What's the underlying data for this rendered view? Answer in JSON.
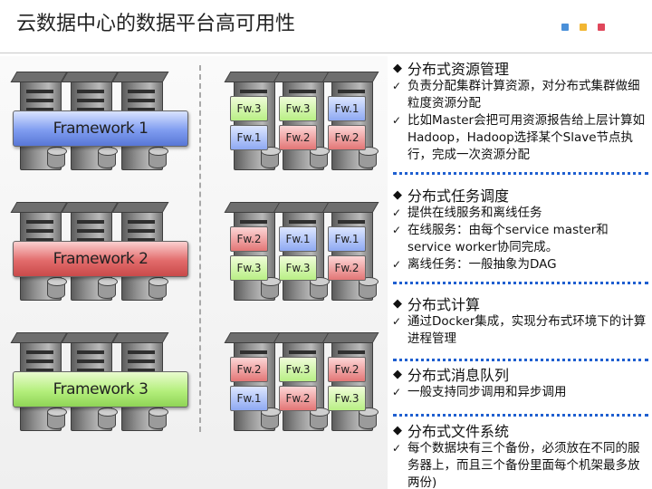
{
  "title": "云数据中心的数据平台高可用性",
  "accent_dots": [
    "#4a90d9",
    "#f2b632",
    "#e0475b"
  ],
  "frameworks": [
    {
      "label": "Framework 1",
      "color": "blue"
    },
    {
      "label": "Framework 2",
      "color": "red"
    },
    {
      "label": "Framework 3",
      "color": "green"
    }
  ],
  "server_tags": [
    [
      [
        "Fw.3",
        "Fw.1"
      ],
      [
        "Fw.3",
        "Fw.2"
      ],
      [
        "Fw.1",
        "Fw.2"
      ]
    ],
    [
      [
        "Fw.2",
        "Fw.3"
      ],
      [
        "Fw.1",
        "Fw.3"
      ],
      [
        "Fw.1",
        "Fw.2"
      ]
    ],
    [
      [
        "Fw.2",
        "Fw.1"
      ],
      [
        "Fw.3",
        "Fw.2"
      ],
      [
        "Fw.2",
        "Fw.3"
      ]
    ]
  ],
  "sections": [
    {
      "heading": "分布式资源管理",
      "items": [
        "负责分配集群计算资源，对分布式集群做细粒度资源分配",
        "比如Master会把可用资源报告给上层计算如Hadoop，Hadoop选择某个Slave节点执行，完成一次资源分配"
      ]
    },
    {
      "heading": "分布式任务调度",
      "items": [
        "提供在线服务和离线任务",
        "在线服务：由每个service master和service worker协同完成。",
        "离线任务：一般抽象为DAG"
      ]
    },
    {
      "heading": "分布式计算",
      "items": [
        "通过Docker集成，实现分布式环境下的计算进程管理"
      ]
    },
    {
      "heading": "分布式消息队列",
      "items": [
        "一般支持同步调用和异步调用"
      ]
    },
    {
      "heading": "分布式文件系统",
      "items": [
        "每个数据块有三个备份，必须放在不同的服务器上，而且三个备份里面每个机架最多放两份)"
      ]
    }
  ]
}
